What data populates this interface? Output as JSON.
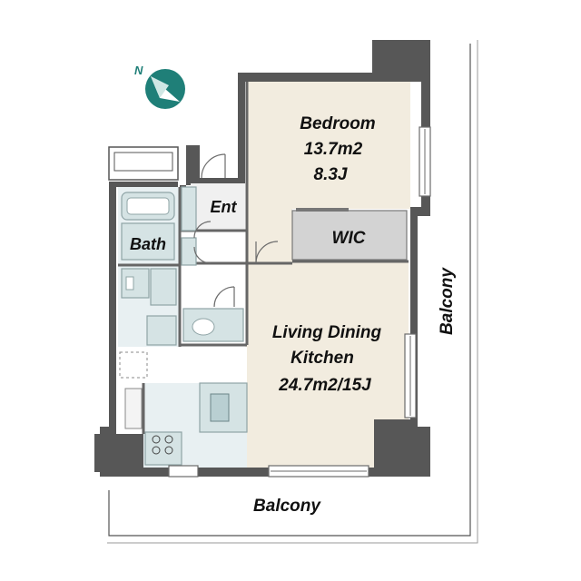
{
  "compass": {
    "label": "N"
  },
  "rooms": {
    "bedroom": {
      "name": "Bedroom",
      "area": "13.7m2",
      "size": "8.3J"
    },
    "wic": {
      "name": "WIC"
    },
    "entrance": {
      "name": "Ent"
    },
    "bath": {
      "name": "Bath"
    },
    "ldk": {
      "name_line1": "Living Dining",
      "name_line2": "Kitchen",
      "area": "24.7m2/15J"
    }
  },
  "balconies": {
    "bottom": "Balcony",
    "right": "Balcony"
  },
  "colors": {
    "room_beige": "#f2ecdf",
    "wet_blue": "#e8f0f2",
    "wic_gray": "#d3d3d3",
    "wall": "#575757",
    "compass_teal": "#1f7f78"
  }
}
